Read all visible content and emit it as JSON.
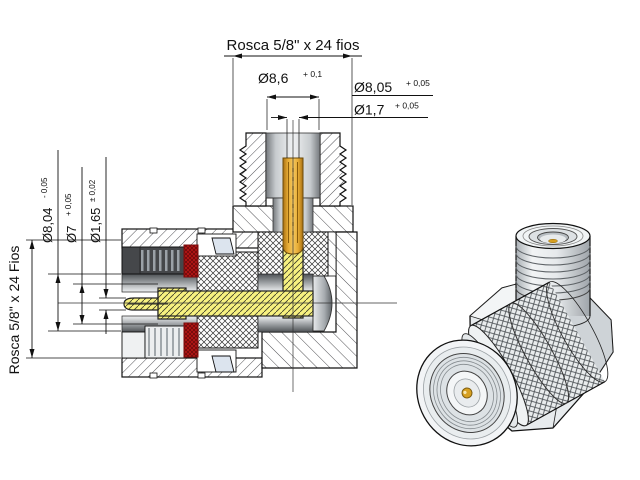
{
  "drawing": {
    "type": "technical-section-and-isometric",
    "part": "right-angle coaxial connector adapter",
    "annotations": {
      "thread_top": {
        "label": "Rosca 5/8\" x 24 fios"
      },
      "dia_bore_top": {
        "value": "Ø8,6",
        "tol": "+ 0,1"
      },
      "dia_inner_top": {
        "value": "Ø8,05",
        "tol": "+ 0,05"
      },
      "dia_pin_top": {
        "value": "Ø1,7",
        "tol": "+ 0,05"
      },
      "dia_bore_left": {
        "value": "Ø8,04",
        "tol": "- 0,05"
      },
      "dia_inner_left": {
        "value": "Ø7",
        "tol": "+ 0,05"
      },
      "dia_pin_left": {
        "value": "Ø1,65",
        "tol": "± 0,02"
      },
      "thread_left": {
        "label": "Rosca 5/8\" x 24 Fios"
      }
    },
    "colors": {
      "background": "#ffffff",
      "outline": "#111111",
      "pin_yellow": "#f7f180",
      "contact_orange": "#e7ac35",
      "gasket_red": "#b81616",
      "metal_dark": "#4e5256",
      "metal_light": "#eceeef",
      "chamfer_blue": "#dce4ee",
      "iso_body_gray": "#e7ebed"
    }
  }
}
